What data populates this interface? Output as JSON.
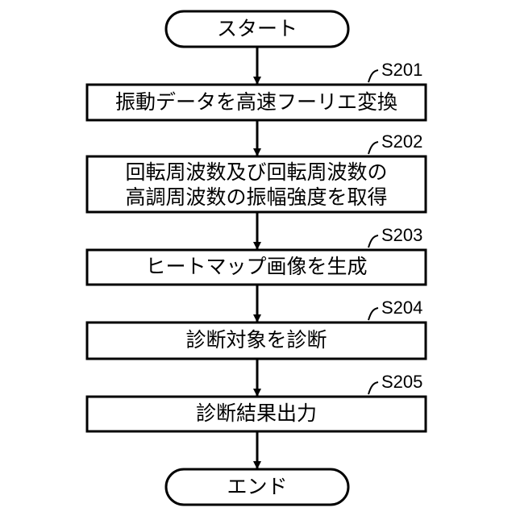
{
  "flowchart": {
    "start": {
      "label": "スタート"
    },
    "steps": [
      {
        "id": "S201",
        "lines": [
          "振動データを高速フーリエ変換"
        ]
      },
      {
        "id": "S202",
        "lines": [
          "回転周波数及び回転周波数の",
          "高調周波数の振幅強度を取得"
        ]
      },
      {
        "id": "S203",
        "lines": [
          "ヒートマップ画像を生成"
        ]
      },
      {
        "id": "S204",
        "lines": [
          "診断対象を診断"
        ]
      },
      {
        "id": "S205",
        "lines": [
          "診断結果出力"
        ]
      }
    ],
    "end": {
      "label": "エンド"
    }
  }
}
